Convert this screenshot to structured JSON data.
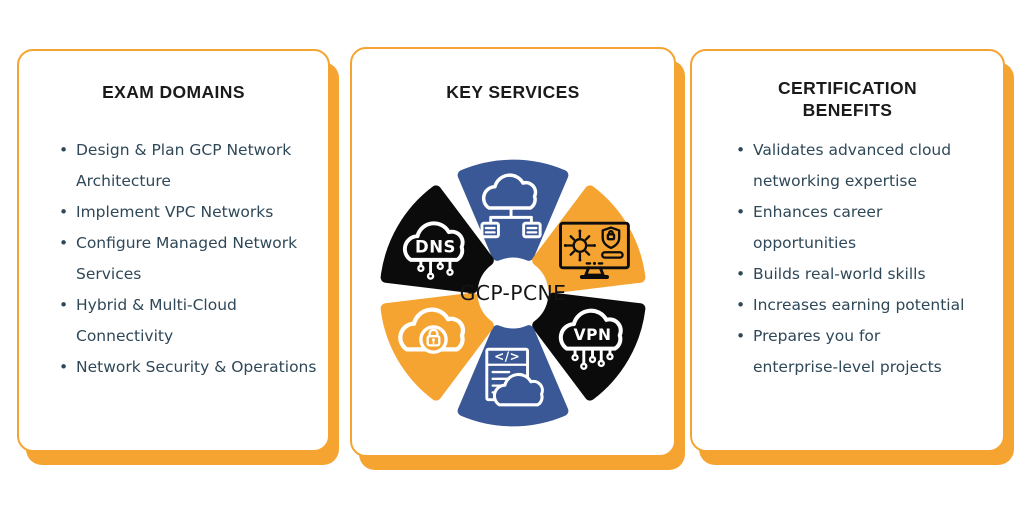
{
  "colors": {
    "orange": "#F6A431",
    "blue": "#3A5796",
    "black": "#0B0B0B",
    "card_background": "#FFFFFF",
    "title_text": "#1A1A1A",
    "body_text": "#2F4858",
    "icon_light": "#FFFFFF",
    "icon_dark": "#0D0D0D"
  },
  "left_panel": {
    "title": "EXAM DOMAINS",
    "items": [
      "Design & Plan GCP Network Architecture",
      "Implement VPC Networks",
      "Configure Managed Network Services",
      "Hybrid & Multi-Cloud Connectivity",
      "Network Security & Operations"
    ]
  },
  "center_panel": {
    "title": "KEY SERVICES",
    "center_label": "GCP-PCNE",
    "services": [
      {
        "icon": "cloud-network-icon",
        "color": "#3A5796"
      },
      {
        "icon": "security-monitor-icon",
        "color": "#F6A431"
      },
      {
        "icon": "vpn-icon",
        "color": "#0B0B0B",
        "label": "VPN"
      },
      {
        "icon": "code-cloud-icon",
        "color": "#3A5796",
        "label": "</>"
      },
      {
        "icon": "cloud-lock-icon",
        "color": "#F6A431"
      },
      {
        "icon": "dns-icon",
        "color": "#0B0B0B",
        "label": "DNS"
      }
    ]
  },
  "right_panel": {
    "title": "CERTIFICATION BENEFITS",
    "items": [
      "Validates advanced cloud networking expertise",
      "Enhances career opportunities",
      "Builds real-world skills",
      "Increases earning potential",
      "Prepares you for enterprise-level projects"
    ]
  }
}
